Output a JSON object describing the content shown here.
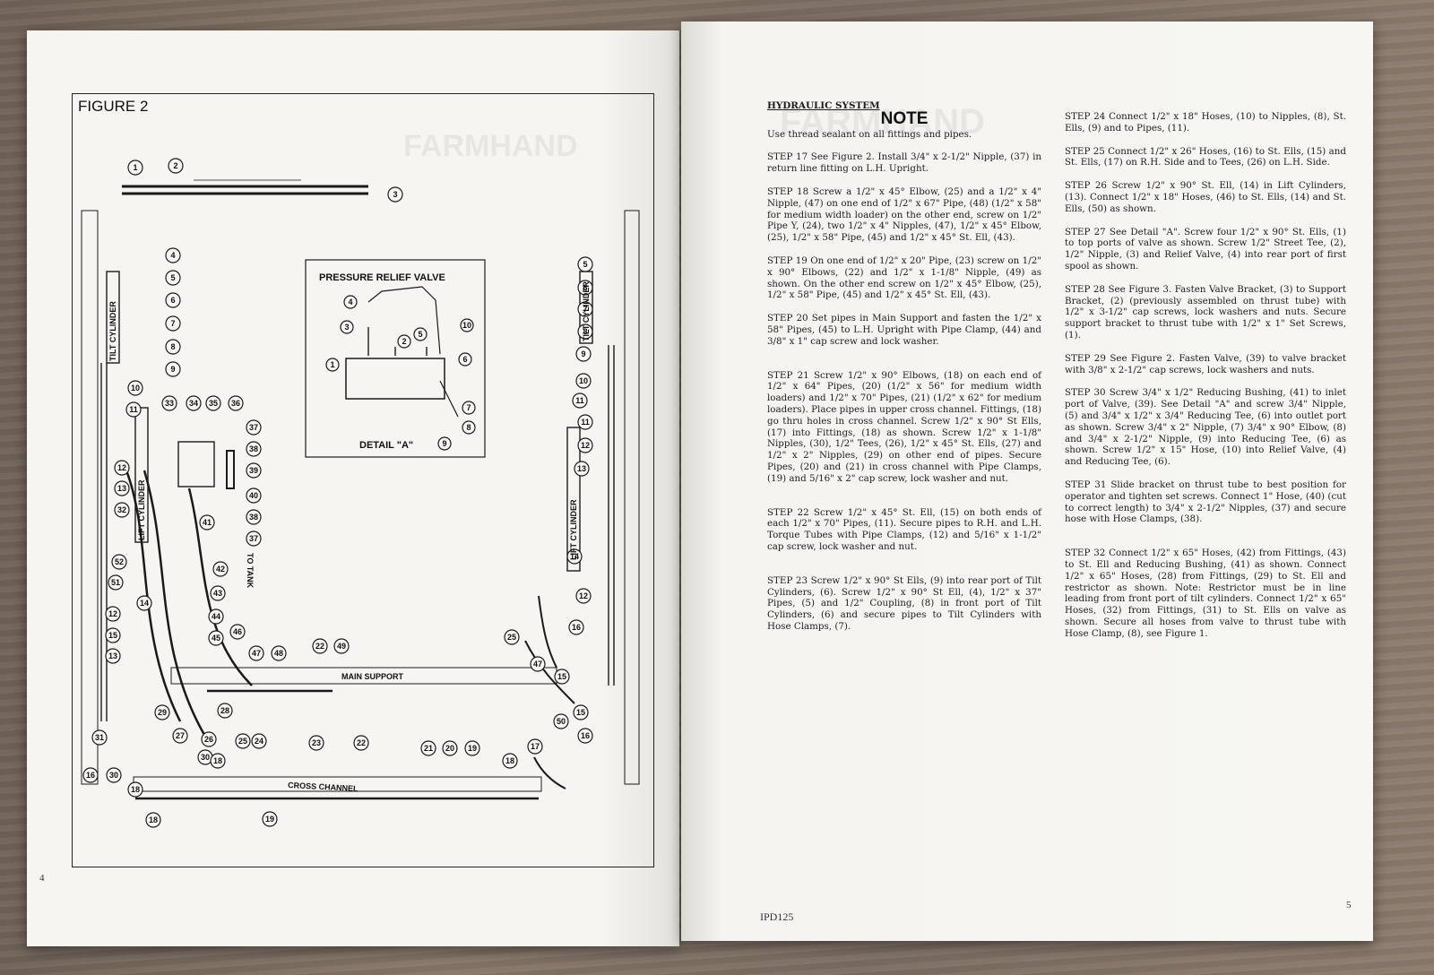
{
  "left_page": {
    "figure_title": "FIGURE 2",
    "page_number": "4",
    "detail": {
      "title": "PRESSURE RELIEF VALVE",
      "caption": "DETAIL \"A\""
    },
    "labels": {
      "tilt_cylinder": "TILT CYLINDER",
      "lift_cylinder": "LIFT CYLINDER",
      "to_tank": "TO TANK",
      "main_support": "MAIN SUPPORT",
      "cross_channel": "CROSS CHANNEL"
    }
  },
  "right_page": {
    "section_title": "HYDRAULIC SYSTEM",
    "note_title": "NOTE",
    "note_text": "Use thread sealant on all fittings and pipes.",
    "footer_code": "IPD125",
    "page_number": "5",
    "col1": [
      "STEP 17 See Figure 2. Install 3/4\" x 2-1/2\" Nipple, (37) in return line fitting on L.H. Upright.",
      "STEP 18 Screw a 1/2\" x 45° Elbow, (25) and a 1/2\" x 4\" Nipple, (47) on one end of 1/2\" x 67\" Pipe, (48) (1/2\" x 58\" for medium width loader) on the other end, screw on 1/2\" Pipe Y, (24), two 1/2\" x 4\" Nipples, (47), 1/2\" x 45° Elbow, (25), 1/2\" x 58\" Pipe, (45) and 1/2\" x 45° St. Ell, (43).",
      "STEP 19 On one end of 1/2\" x 20\" Pipe, (23) screw on 1/2\" x 90° Elbows, (22) and 1/2\" x 1-1/8\" Nipple, (49) as shown. On the other end screw on 1/2\" x 45° Elbow, (25), 1/2\" x 58\" Pipe, (45) and 1/2\" x 45° St. Ell, (43).",
      "STEP 20 Set pipes in Main Support and fasten the 1/2\" x 58\" Pipes, (45) to L.H. Upright with Pipe Clamp, (44) and 3/8\" x 1\" cap screw and lock washer.",
      "STEP 21 Screw 1/2\" x 90° Elbows, (18) on each end of 1/2\" x 64\" Pipes, (20) (1/2\" x 56\" for medium width loaders) and 1/2\" x 70\" Pipes, (21) (1/2\" x 62\" for medium loaders). Place pipes in upper cross channel. Fittings, (18) go thru holes in cross channel. Screw 1/2\" x 90° St Ells, (17) into Fittings, (18) as shown. Screw 1/2\" x 1-1/8\" Nipples, (30), 1/2\" Tees, (26), 1/2\" x 45° St. Ells, (27) and 1/2\" x 2\" Nipples, (29) on other end of pipes. Secure Pipes, (20) and (21) in cross channel with Pipe Clamps, (19) and 5/16\" x 2\" cap screw, lock washer and nut.",
      "STEP 22 Screw 1/2\" x 45° St. Ell, (15) on both ends of each 1/2\" x 70\" Pipes, (11). Secure pipes to R.H. and L.H. Torque Tubes with Pipe Clamps, (12) and 5/16\" x 1-1/2\" cap screw, lock washer and nut.",
      "STEP 23 Screw 1/2\" x 90° St Ells, (9) into rear port of Tilt Cylinders, (6). Screw 1/2\" x 90° St Ell, (4), 1/2\" x 37\" Pipes, (5) and 1/2\" Coupling, (8) in front port of Tilt Cylinders, (6) and secure pipes to Tilt Cylinders with Hose Clamps, (7)."
    ],
    "col2": [
      "STEP 24 Connect 1/2\" x 18\" Hoses, (10) to Nipples, (8), St. Ells, (9) and to Pipes, (11).",
      "STEP 25 Connect 1/2\" x 26\" Hoses, (16) to St. Ells, (15) and St. Ells, (17) on R.H. Side and to Tees, (26) on L.H. Side.",
      "STEP 26 Screw 1/2\" x 90° St. Ell, (14) in Lift Cylinders, (13). Connect 1/2\" x 18\" Hoses, (46) to St. Ells, (14) and St. Ells, (50) as shown.",
      "STEP 27 See Detail \"A\". Screw four 1/2\" x 90° St. Ells, (1) to top ports of valve as shown. Screw 1/2\" Street Tee, (2), 1/2\" Nipple, (3) and Relief Valve, (4) into rear port of first spool as shown.",
      "STEP 28 See Figure 3. Fasten Valve Bracket, (3) to Support Bracket, (2) (previously assembled on thrust tube) with 1/2\" x 3-1/2\" cap screws, lock washers and nuts. Secure support bracket to thrust tube with 1/2\" x 1\" Set Screws, (1).",
      "STEP 29 See Figure 2. Fasten Valve, (39) to valve bracket with 3/8\" x 2-1/2\" cap screws, lock washers and nuts.",
      "STEP 30 Screw 3/4\" x 1/2\" Reducing Bushing, (41) to inlet port of Valve, (39). See Detail \"A\" and screw 3/4\" Nipple, (5) and 3/4\" x 1/2\" x 3/4\" Reducing Tee, (6) into outlet port as shown. Screw 3/4\" x 2\" Nipple, (7) 3/4\" x 90° Elbow, (8) and 3/4\" x 2-1/2\" Nipple, (9) into Reducing Tee, (6) as shown. Screw 1/2\" x 15\" Hose, (10) into Relief Valve, (4) and Reducing Tee, (6).",
      "STEP 31 Slide bracket on thrust tube to best position for operator and tighten set screws. Connect 1\" Hose, (40) (cut to correct length) to 3/4\" x 2-1/2\" Nipples, (37) and secure hose with Hose Clamps, (38).",
      "STEP 32 Connect 1/2\" x 65\" Hoses, (42) from Fittings, (43) to St. Ell and Reducing Bushing, (41) as shown. Connect 1/2\" x 65\" Hoses, (28) from Fittings, (29) to St. Ell and restrictor as shown. Note: Restrictor must be in line leading from front port of tilt cylinders. Connect 1/2\" x 65\" Hoses, (32) from Fittings, (31) to St. Ells on valve as shown. Secure all hoses from valve to thrust tube with Hose Clamp, (8), see Figure 1."
    ]
  }
}
